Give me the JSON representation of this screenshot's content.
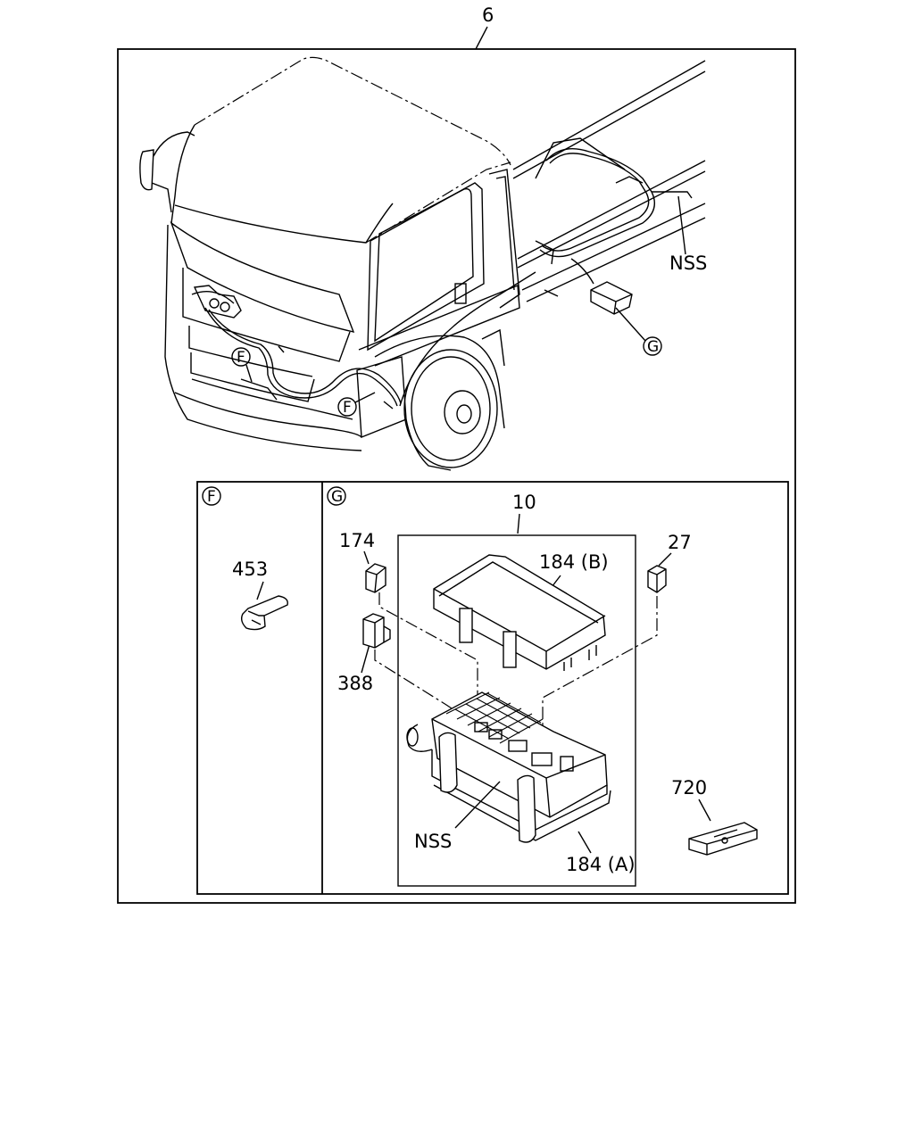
{
  "diagram": {
    "labels": {
      "assembly": "6",
      "nss_top": "NSS",
      "callout_g": "G",
      "callout_f_upper": "F",
      "callout_f_lower": "F",
      "panel_f_title": "F",
      "panel_g_title": "G",
      "part_10": "10",
      "part_453": "453",
      "part_174": "174",
      "part_184b": "184 (B)",
      "part_27": "27",
      "part_388": "388",
      "part_nss": "NSS",
      "part_184a": "184 (A)",
      "part_720": "720"
    }
  }
}
